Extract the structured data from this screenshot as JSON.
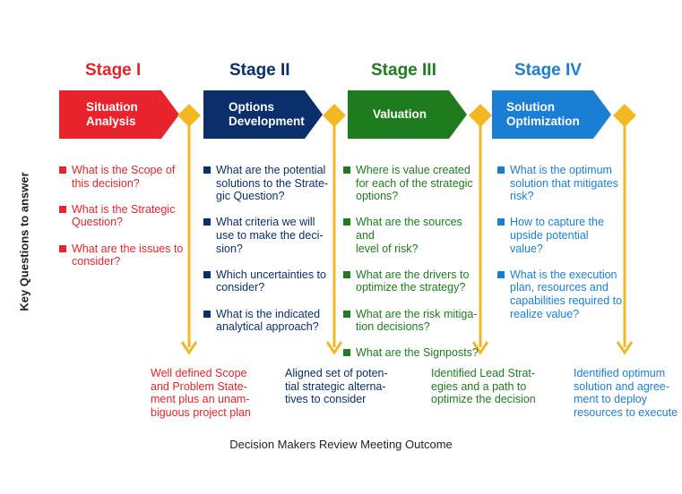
{
  "colors": {
    "stage1": "#e8232b",
    "stage2": "#0b2f6b",
    "stage3": "#1e7b1e",
    "stage4": "#1a7fd4",
    "connector": "#f2b822"
  },
  "side_label": "Key Questions to answer",
  "footer": "Decision Makers Review Meeting Outcome",
  "stages": [
    {
      "title": "Stage I",
      "box": [
        "Situation",
        "Analysis"
      ],
      "questions": [
        [
          "What is the Scope of",
          "this decision?"
        ],
        [
          "What is the Strategic",
          "Question?"
        ],
        [
          "What are the issues to",
          "consider?"
        ]
      ],
      "outcome": [
        "Well defined Scope",
        "and Problem State-",
        "ment plus an unam-",
        "biguous project plan"
      ]
    },
    {
      "title": "Stage II",
      "box": [
        "Options",
        "Development"
      ],
      "questions": [
        [
          "What are the potential",
          "solutions to the Strate-",
          "gic Question?"
        ],
        [
          "What criteria we will",
          "use to make the deci-",
          "sion?"
        ],
        [
          "Which uncertainties to",
          "consider?"
        ],
        [
          "What is the indicated",
          "analytical approach?"
        ]
      ],
      "outcome": [
        "Aligned set of poten-",
        "tial strategic alterna-",
        "tives to consider"
      ]
    },
    {
      "title": "Stage III",
      "box": [
        "Valuation"
      ],
      "questions": [
        [
          "Where is value created",
          "for each of the strategic",
          "options?"
        ],
        [
          "What are the sources and",
          "level of risk?"
        ],
        [
          "What are the drivers to",
          "optimize the strategy?"
        ],
        [
          "What are the risk mitiga-",
          "tion decisions?"
        ],
        [
          "What are the Signposts?"
        ]
      ],
      "outcome": [
        "Identified Lead Strat-",
        "egies and a path to",
        "optimize the decision"
      ]
    },
    {
      "title": "Stage IV",
      "box": [
        "Solution",
        "Optimization"
      ],
      "questions": [
        [
          "What is the optimum",
          "solution that mitigates",
          "risk?"
        ],
        [
          "How to capture the",
          "upside potential value?"
        ],
        [
          "What is the execution",
          "plan, resources and",
          "capabilities required to",
          "realize value?"
        ]
      ],
      "outcome": [
        "Identified optimum",
        "solution and agree-",
        "ment to deploy",
        "resources to execute"
      ]
    }
  ]
}
